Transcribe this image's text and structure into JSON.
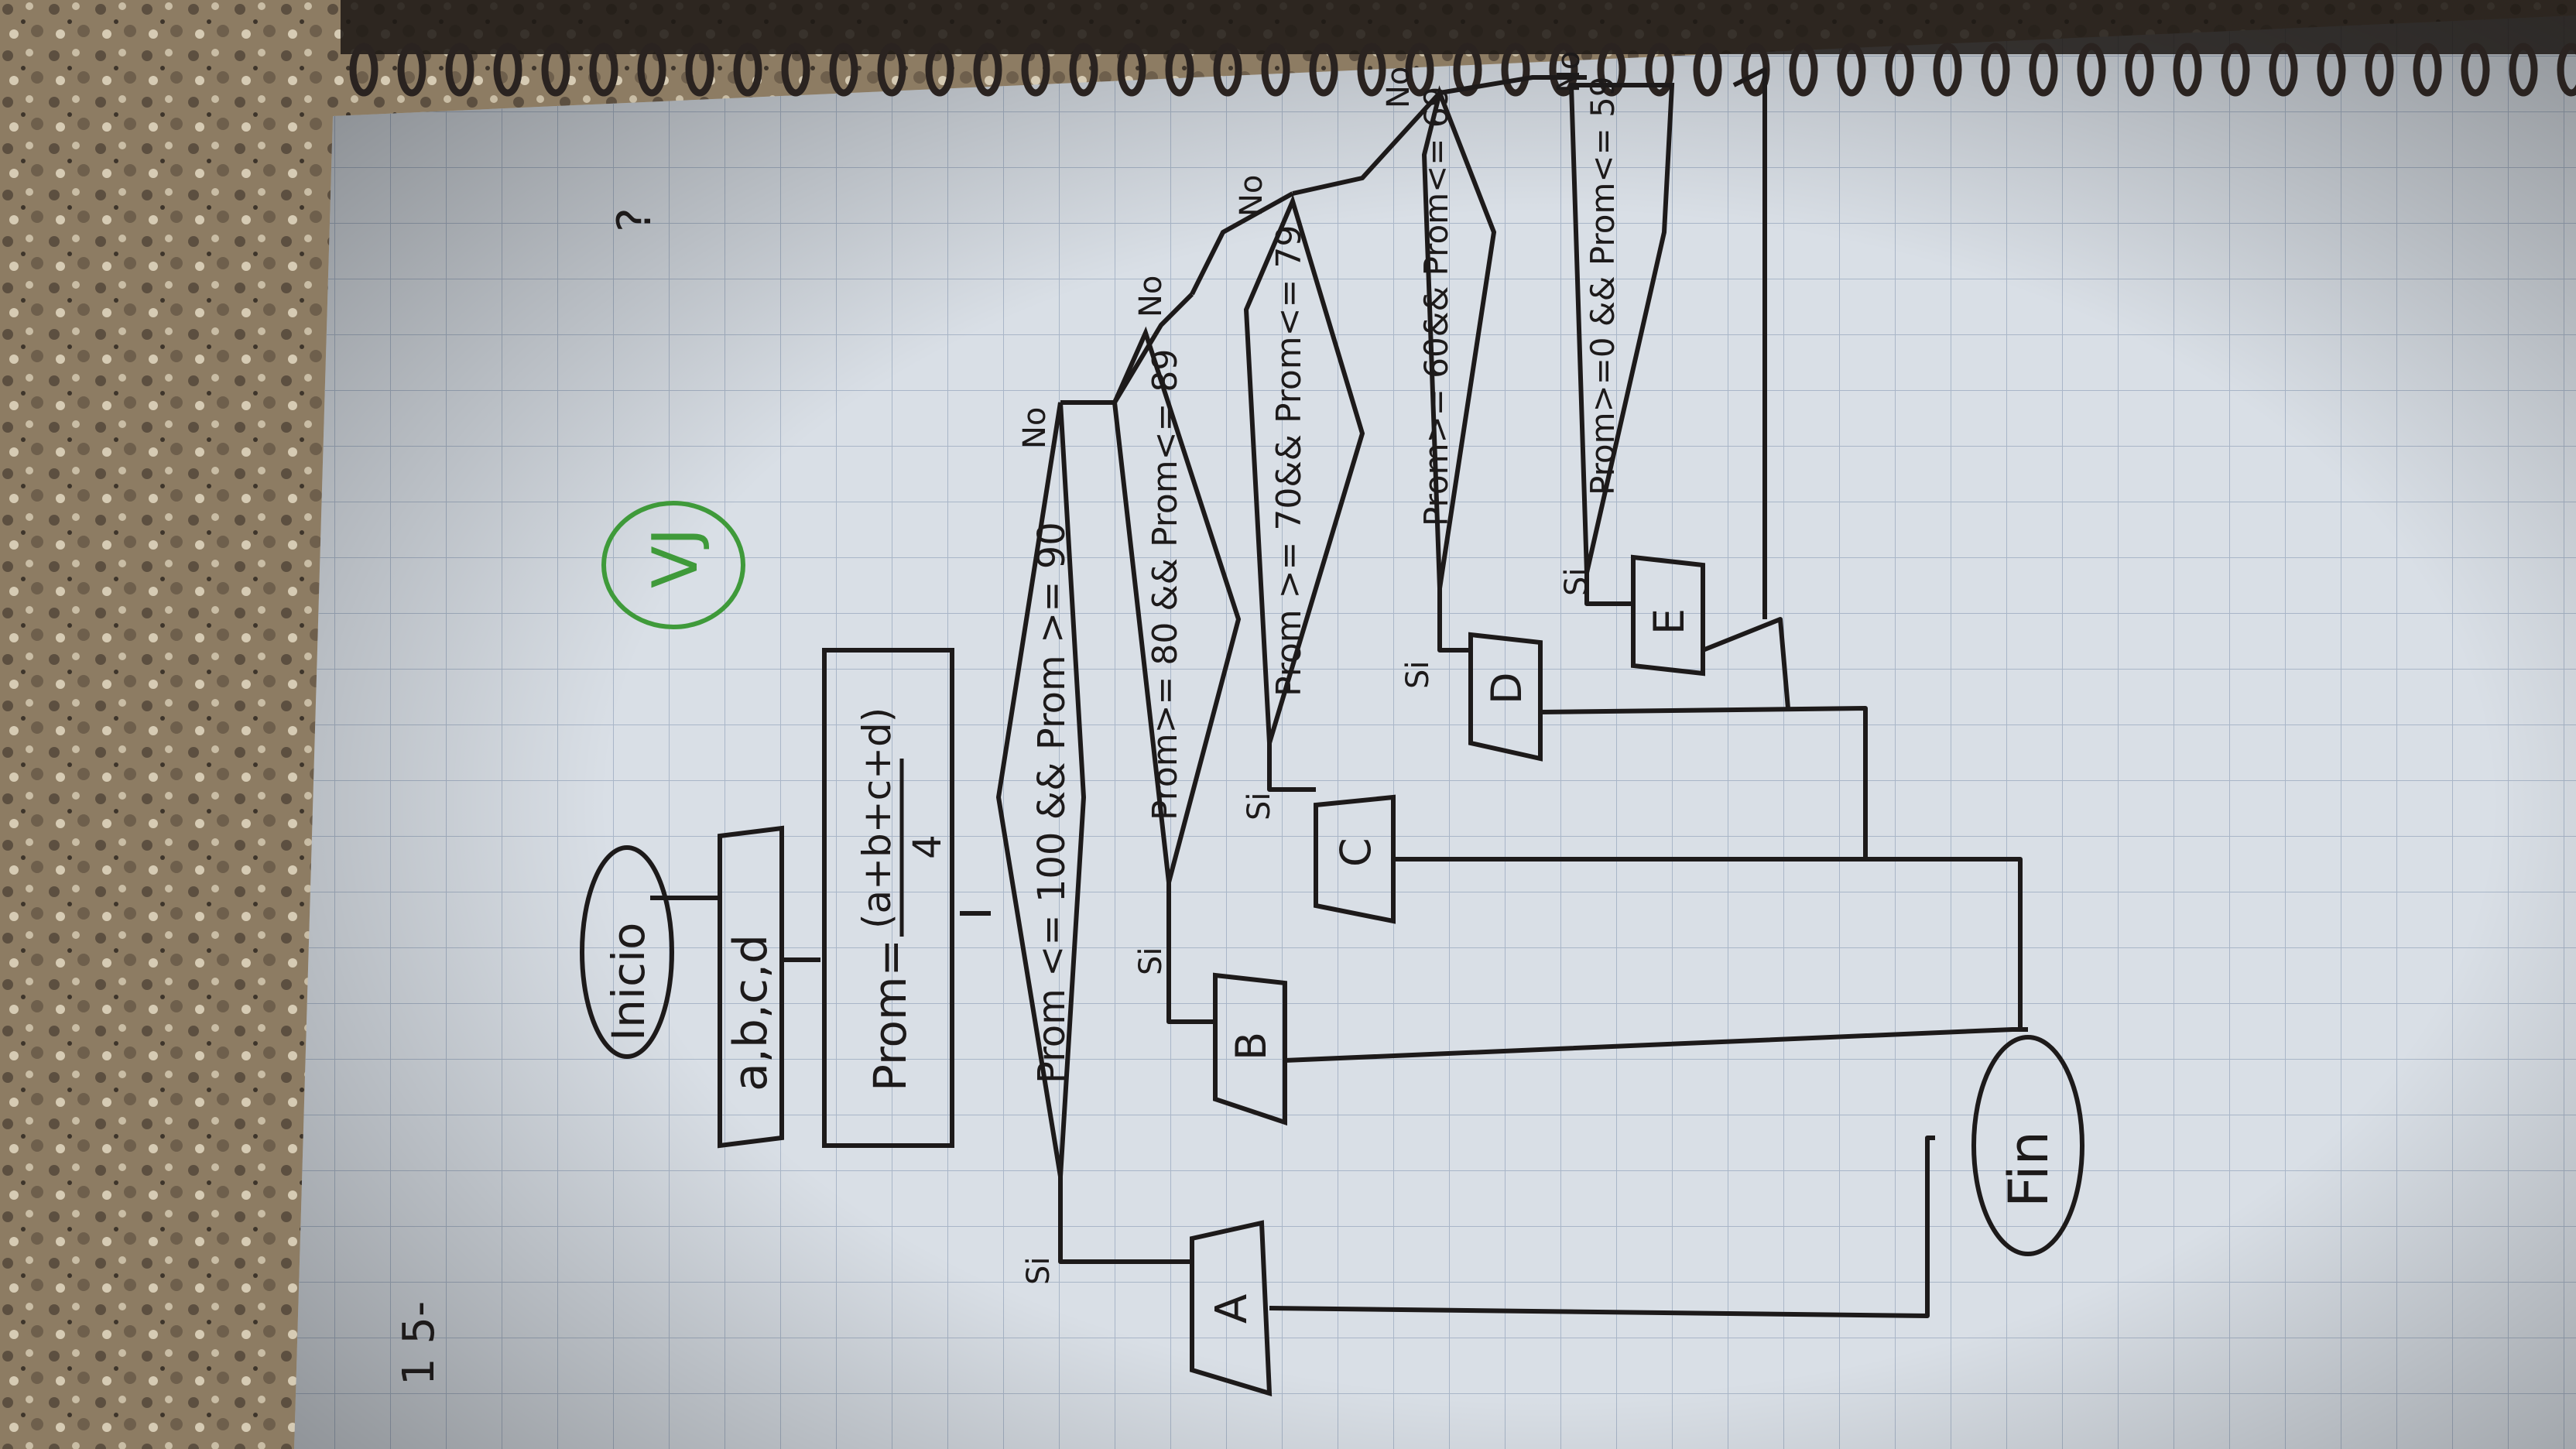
{
  "notebook": {
    "page_number": "1 5-",
    "question_mark": "?",
    "grade_stamp": "VJ",
    "colors": {
      "paper": "#d9dfe6",
      "grid": "#a9b6c8",
      "ink": "#1d1a1a",
      "blue_ink": "#2b3fb0",
      "green_ink": "#3f9a3a",
      "granite": "#8d7c63",
      "spiral": "#2a2320"
    }
  },
  "flowchart": {
    "start": "Inicio",
    "input": "a,b,c,d",
    "process_lhs": "Prom=",
    "process_numerator": "(a+b+c+d)",
    "process_denominator": "4",
    "yes_label": "Si",
    "no_label": "No",
    "decisions": [
      {
        "condition": "Prom <= 100 && Prom >= 90",
        "output": "A"
      },
      {
        "condition": "Prom>= 80 && Prom<= 89",
        "output": "B"
      },
      {
        "condition": "Prom >= 70&& Prom<= 79",
        "output": "C"
      },
      {
        "condition": "Prom>= 60&& Prom<= 69",
        "output": "D"
      },
      {
        "condition": "Prom>=0 && Prom<= 59",
        "output": "E"
      }
    ],
    "end": "Fin"
  }
}
